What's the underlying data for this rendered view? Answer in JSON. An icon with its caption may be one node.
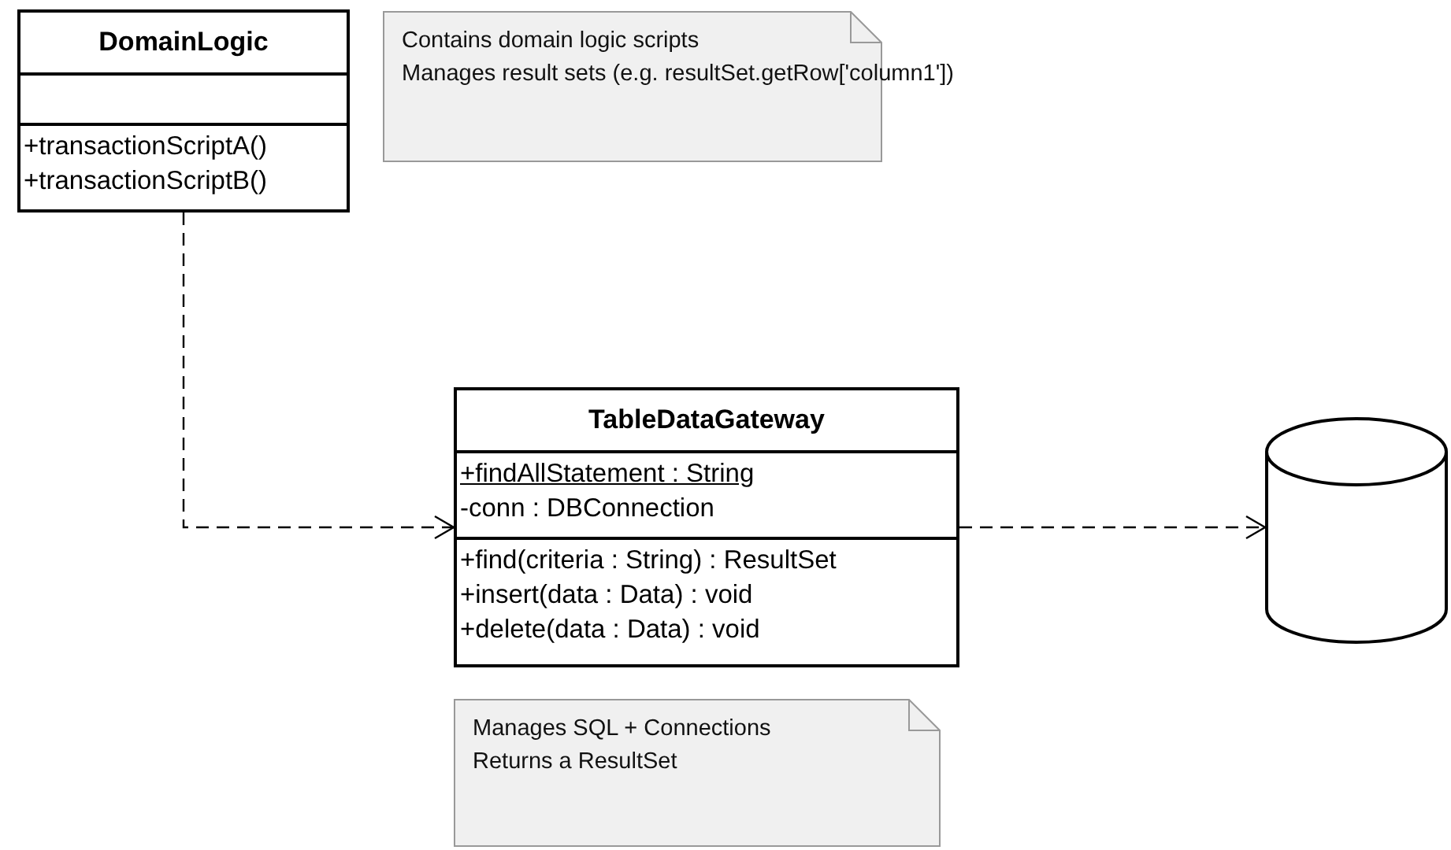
{
  "diagram": {
    "nodes": [
      {
        "text": [
          "DomainLogic",
          "+transactionScriptA()",
          "+transactionScriptB()"
        ]
      },
      {
        "text": [
          "Contains domain logic scripts",
          "Manages result sets (e.g. resultSet.getRow['column1'])"
        ]
      },
      {
        "text": [
          "TableDataGateway",
          "+findAllStatement : String",
          "-conn : DBConnection",
          "+find(criteria : String) : ResultSet",
          "+insert(data : Data) : void",
          "+delete(data : Data) : void"
        ]
      },
      {
        "text": [
          "Manages SQL + Connections",
          "Returns a ResultSet"
        ]
      },
      {
        "text": [],
        "shape": "cylinder"
      }
    ],
    "edges": [
      {
        "from": 0,
        "to": 2,
        "arrow": "to",
        "style": "dashed"
      },
      {
        "from": 2,
        "to": 4,
        "arrow": "to",
        "style": "dashed"
      }
    ]
  }
}
